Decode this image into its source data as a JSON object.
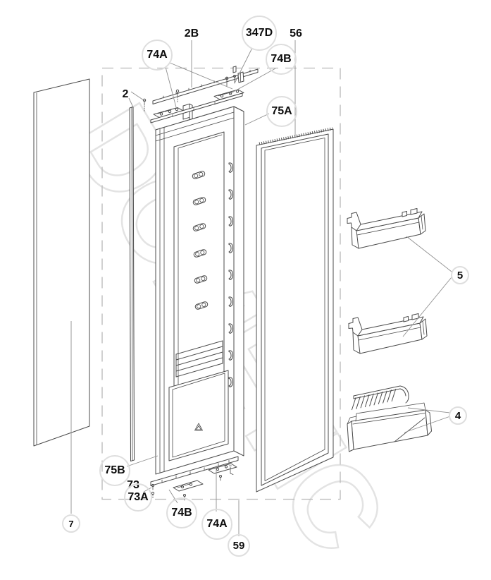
{
  "diagram": {
    "watermark": "DOMETIC",
    "callouts": {
      "c2b": "2B",
      "c347d": "347D",
      "c56": "56",
      "c74a_top": "74A",
      "c74b_top": "74B",
      "c2": "2",
      "c75a": "75A",
      "c5": "5",
      "c4": "4",
      "c75b": "75B",
      "c73": "73",
      "c73a": "73A",
      "c74b_bottom": "74B",
      "c74a_bottom": "74A",
      "c59": "59",
      "c7": "7"
    },
    "colors": {
      "line": "#4b4b4b",
      "leader": "#8f8f8f",
      "callout_ring": "#dedede",
      "watermark_outline": "#e3e3e3",
      "dashed_border": "#b8b8b8"
    }
  }
}
